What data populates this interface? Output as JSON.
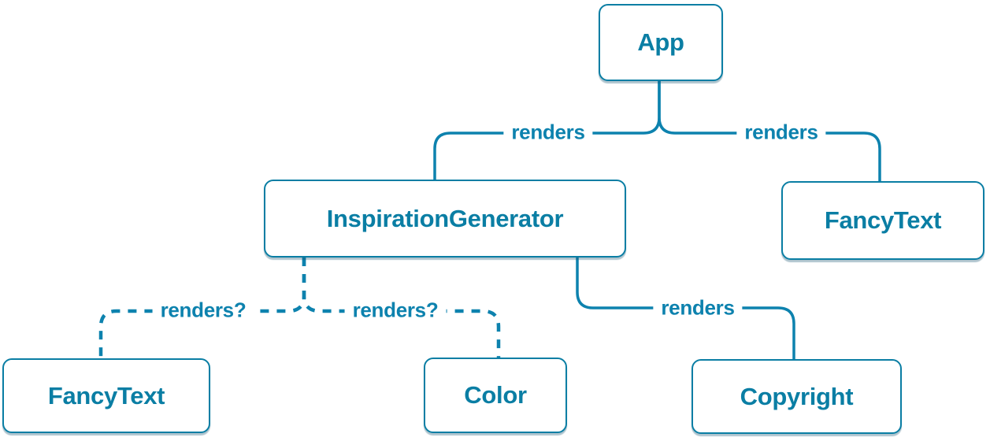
{
  "diagram": {
    "background_color": "#ffffff",
    "accent_color": "#0a7ea4",
    "line_color": "#0d82ae",
    "nodes": [
      {
        "id": "app",
        "label": "App"
      },
      {
        "id": "inspiration-generator",
        "label": "InspirationGenerator"
      },
      {
        "id": "fancy-text-right",
        "label": "FancyText"
      },
      {
        "id": "fancy-text-bottom",
        "label": "FancyText"
      },
      {
        "id": "color",
        "label": "Color"
      },
      {
        "id": "copyright",
        "label": "Copyright"
      }
    ],
    "edges": [
      {
        "from": "App",
        "to": "InspirationGenerator",
        "label": "renders",
        "style": "solid"
      },
      {
        "from": "App",
        "to": "FancyText",
        "label": "renders",
        "style": "solid"
      },
      {
        "from": "InspirationGenerator",
        "to": "FancyText",
        "label": "renders?",
        "style": "dashed"
      },
      {
        "from": "InspirationGenerator",
        "to": "Color",
        "label": "renders?",
        "style": "dashed"
      },
      {
        "from": "InspirationGenerator",
        "to": "Copyright",
        "label": "renders",
        "style": "solid"
      }
    ]
  }
}
